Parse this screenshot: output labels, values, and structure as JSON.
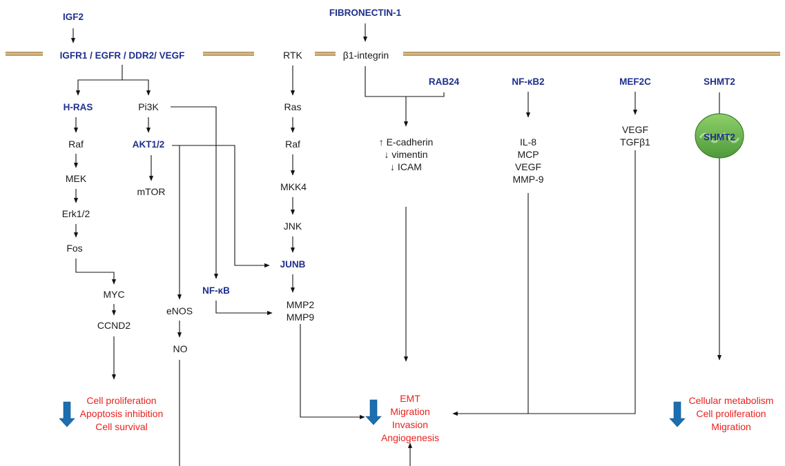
{
  "membrane": {
    "color": "#d9b97c"
  },
  "colors": {
    "gene": "#1f2f8c",
    "outcome": "#e8211d",
    "down_arrow": "#1b6fb0",
    "mito": "#6ab04c"
  },
  "nodes": {
    "igf2": "IGF2",
    "fibronectin": "FIBRONECTIN-1",
    "receptors": "IGFR1 / EGFR / DDR2/ VEGF",
    "rtk": "RTK",
    "b1_integrin": "β1-integrin",
    "hras": "H-RAS",
    "pi3k": "Pi3K",
    "raf1": "Raf",
    "akt": "AKT1/2",
    "mek": "MEK",
    "mtor": "mTOR",
    "erk": "Erk1/2",
    "fos": "Fos",
    "myc": "MYC",
    "ccnd2": "CCND2",
    "enos": "eNOS",
    "no": "NO",
    "nfkb": "NF-κB",
    "ras": "Ras",
    "raf2": "Raf",
    "mkk4": "MKK4",
    "jnk": "JNK",
    "junb": "JUNB",
    "mmp_a": [
      "MMP2",
      "MMP9"
    ],
    "rab24": "RAB24",
    "ecad": [
      "↑ E-cadherin",
      "↓ vimentin",
      "↓ ICAM"
    ],
    "nfkb2": "NF-κB2",
    "il8": [
      "IL-8",
      "MCP",
      "VEGF",
      "MMP-9"
    ],
    "mef2c": "MEF2C",
    "vegf_tgf": [
      "VEGF",
      "TGFβ1"
    ],
    "shmt2_top": "SHMT2",
    "shmt2_mito": "SHMT2"
  },
  "outcomes": {
    "left": [
      "Cell proliferation",
      "Apoptosis inhibition",
      "Cell survival"
    ],
    "center": [
      "EMT",
      "Migration",
      "Invasion",
      "Angiogenesis"
    ],
    "right": [
      "Cellular metabolism",
      "Cell proliferation",
      "Migration"
    ]
  }
}
